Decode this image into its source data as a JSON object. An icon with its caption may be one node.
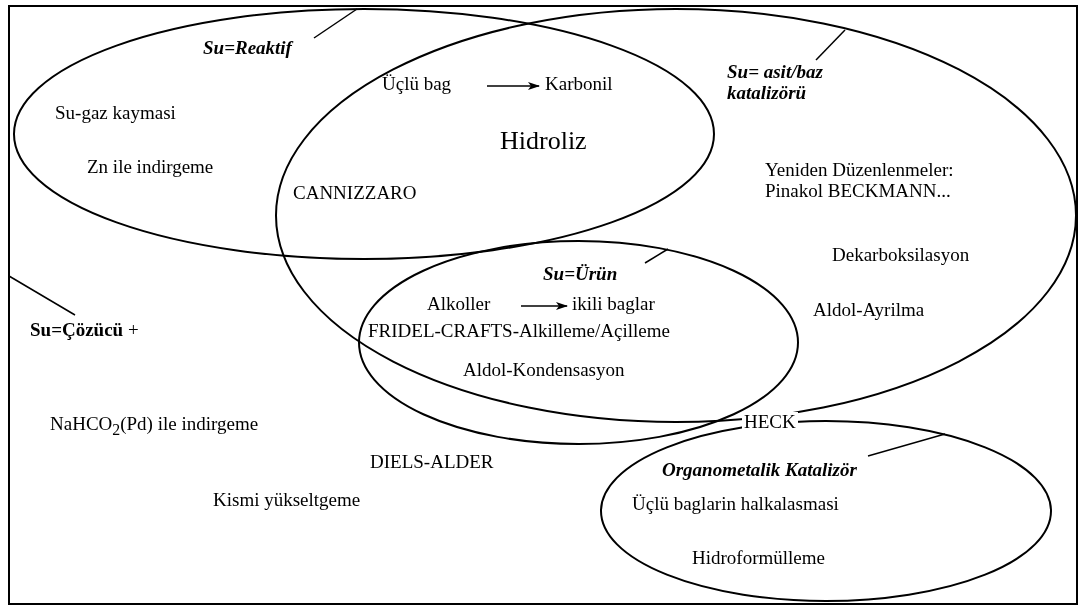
{
  "diagram": {
    "nodes": [
      {
        "text": [],
        "shape": "box"
      },
      {
        "text": [
          "Su-gaz kaymasi",
          "Zn ile indirgeme"
        ],
        "in": 0
      },
      {
        "text": [
          "Su=Reaktif"
        ],
        "in": 1
      },
      {
        "text": [
          "Yeniden Düzenlenmeler: Pinakol BECKMANN...",
          "Dekarboksilasyon",
          "Aldol-Ayrilma"
        ],
        "in": 0
      },
      {
        "text": [
          "Su= asit/baz katalizörü"
        ],
        "in": 3
      },
      {
        "text": [
          "FRIDEL-CRAFTS-Alkilleme/Açilleme",
          "Aldol-Kondensasyon"
        ],
        "in": 0
      },
      {
        "text": [
          "Su=Ürün"
        ],
        "in": 5
      },
      {
        "text": [
          "Alkoller"
        ],
        "in": 5
      },
      {
        "text": [
          "ikili baglar"
        ],
        "in": 5
      },
      {
        "text": [
          "Üçlü baglarin halkalasmasi",
          "Hidroformülleme"
        ],
        "in": 0
      },
      {
        "text": [
          "Organometalik Katalizör"
        ],
        "in": 9
      },
      {
        "text": [
          "Üçlü bag"
        ]
      },
      {
        "text": [
          "Karbonil"
        ]
      },
      {
        "text": [
          "**Su=Çözücü** +"
        ],
        "in": 0
      }
    ],
    "edges": [
      {
        "from": 2,
        "to": 1,
        "arrow": "none"
      },
      {
        "from": 4,
        "to": 3,
        "arrow": "none"
      },
      {
        "from": 6,
        "to": 5,
        "arrow": "none"
      },
      {
        "from": 7,
        "to": 8,
        "arrow": "to"
      },
      {
        "from": 10,
        "to": 9,
        "arrow": "none"
      },
      {
        "from": 11,
        "to": 12,
        "arrow": "to"
      },
      {
        "from": 13,
        "to": 0,
        "arrow": "none"
      }
    ],
    "labels": [
      "Hidroliz",
      "CANNIZZARO",
      "NaHCO$_{2}$(Pd) ile indirgeme",
      "HECK",
      "DIELS-ALDER",
      "Kismi yükseltgeme"
    ]
  }
}
